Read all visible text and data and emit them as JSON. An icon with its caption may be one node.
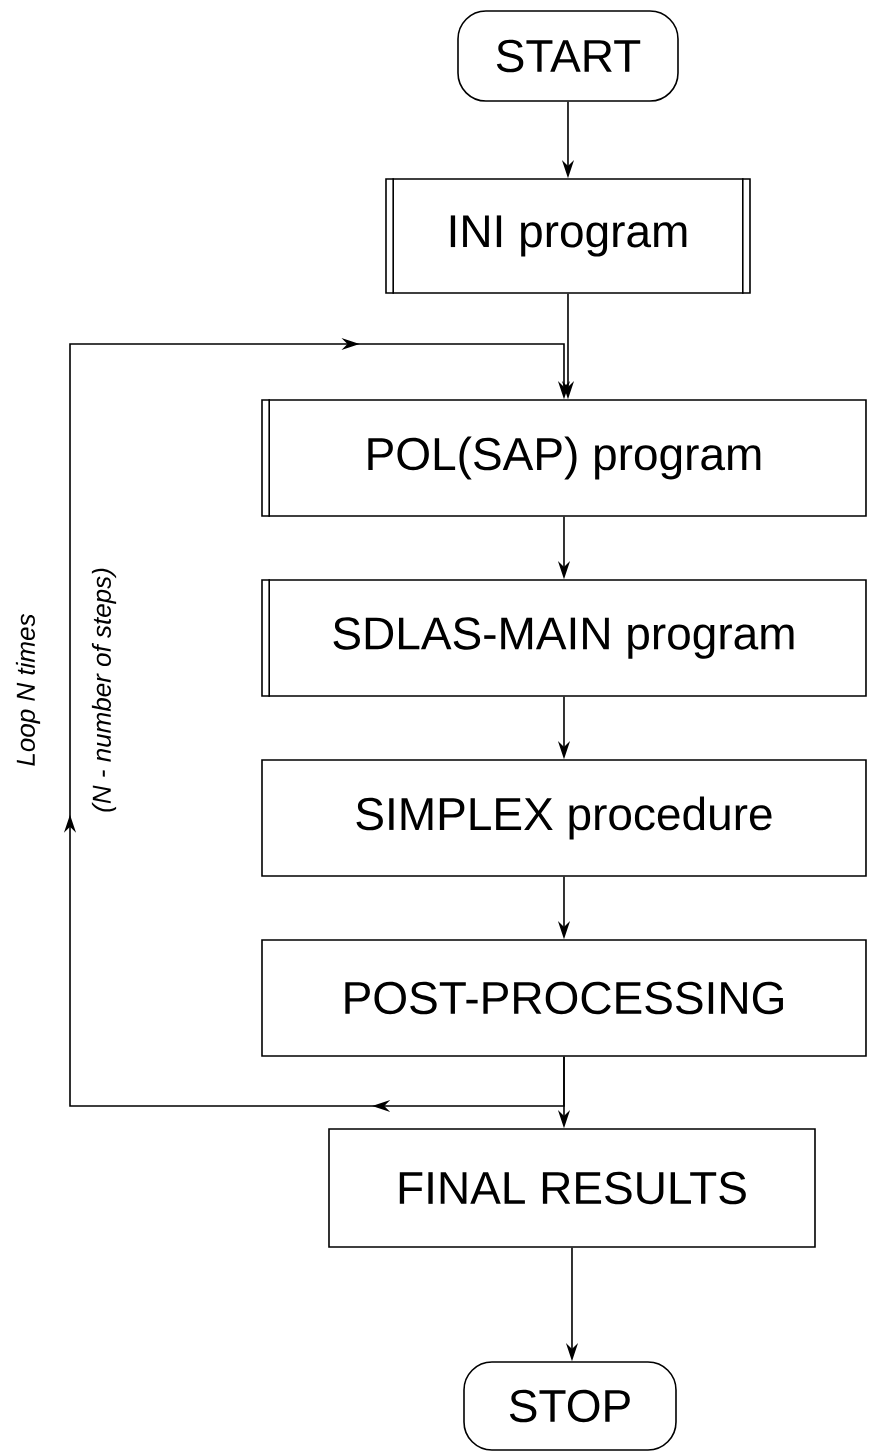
{
  "diagram": {
    "nodes": [
      {
        "text": [
          "START"
        ]
      },
      {
        "text": [
          "INI program"
        ]
      },
      {
        "text": [
          "POL(SAP) program"
        ]
      },
      {
        "text": [
          "SDLAS-MAIN program"
        ]
      },
      {
        "text": [
          "SIMPLEX procedure"
        ]
      },
      {
        "text": [
          "POST-PROCESSING"
        ]
      },
      {
        "text": [
          "FINAL RESULTS"
        ]
      },
      {
        "text": [
          "STOP"
        ]
      }
    ],
    "edges": [
      {
        "from": 0,
        "to": 1,
        "arrow": "to"
      },
      {
        "from": 1,
        "to": 2,
        "arrow": "to"
      },
      {
        "from": 2,
        "to": 3,
        "arrow": "to"
      },
      {
        "from": 3,
        "to": 4,
        "arrow": "to"
      },
      {
        "from": 4,
        "to": 5,
        "arrow": "to"
      },
      {
        "from": 5,
        "to": 6,
        "arrow": "to"
      },
      {
        "from": 6,
        "to": 7,
        "arrow": "to"
      },
      {
        "from": 5,
        "to": 2,
        "arrow": "to",
        "label": "Loop N times"
      }
    ],
    "labels": [
      "(N - number of steps)"
    ]
  }
}
